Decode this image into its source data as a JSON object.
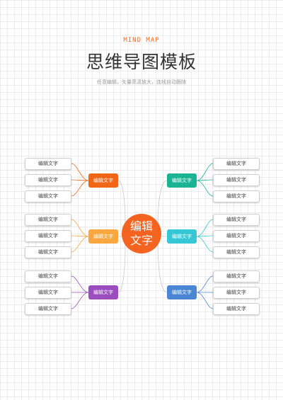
{
  "header": {
    "eyebrow": "MIND MAP",
    "title": "思维导图模板",
    "subtitle": "任意编辑，矢量高清放大，连线自动跟随"
  },
  "center": {
    "label": "编辑文字",
    "color": "#f4631f"
  },
  "colors": {
    "connector": "#c9c9c9",
    "accent": "#f06a1c"
  },
  "branches": [
    {
      "label": "编辑文字",
      "color": "#f26716",
      "side": "left",
      "leaves": [
        "编辑文字",
        "编辑文字",
        "编辑文字"
      ]
    },
    {
      "label": "编辑文字",
      "color": "#f9a73e",
      "side": "left",
      "leaves": [
        "编辑文字",
        "编辑文字",
        "编辑文字"
      ]
    },
    {
      "label": "编辑文字",
      "color": "#9b4dbf",
      "side": "left",
      "leaves": [
        "编辑文字",
        "编辑文字",
        "编辑文字"
      ]
    },
    {
      "label": "编辑文字",
      "color": "#1ab394",
      "side": "right",
      "leaves": [
        "编辑文字",
        "编辑文字",
        "编辑文字"
      ]
    },
    {
      "label": "编辑文字",
      "color": "#35c8d4",
      "side": "right",
      "leaves": [
        "编辑文字",
        "编辑文字",
        "编辑文字"
      ]
    },
    {
      "label": "编辑文字",
      "color": "#4a86d4",
      "side": "right",
      "leaves": [
        "编辑文字",
        "编辑文字",
        "编辑文字"
      ]
    }
  ]
}
